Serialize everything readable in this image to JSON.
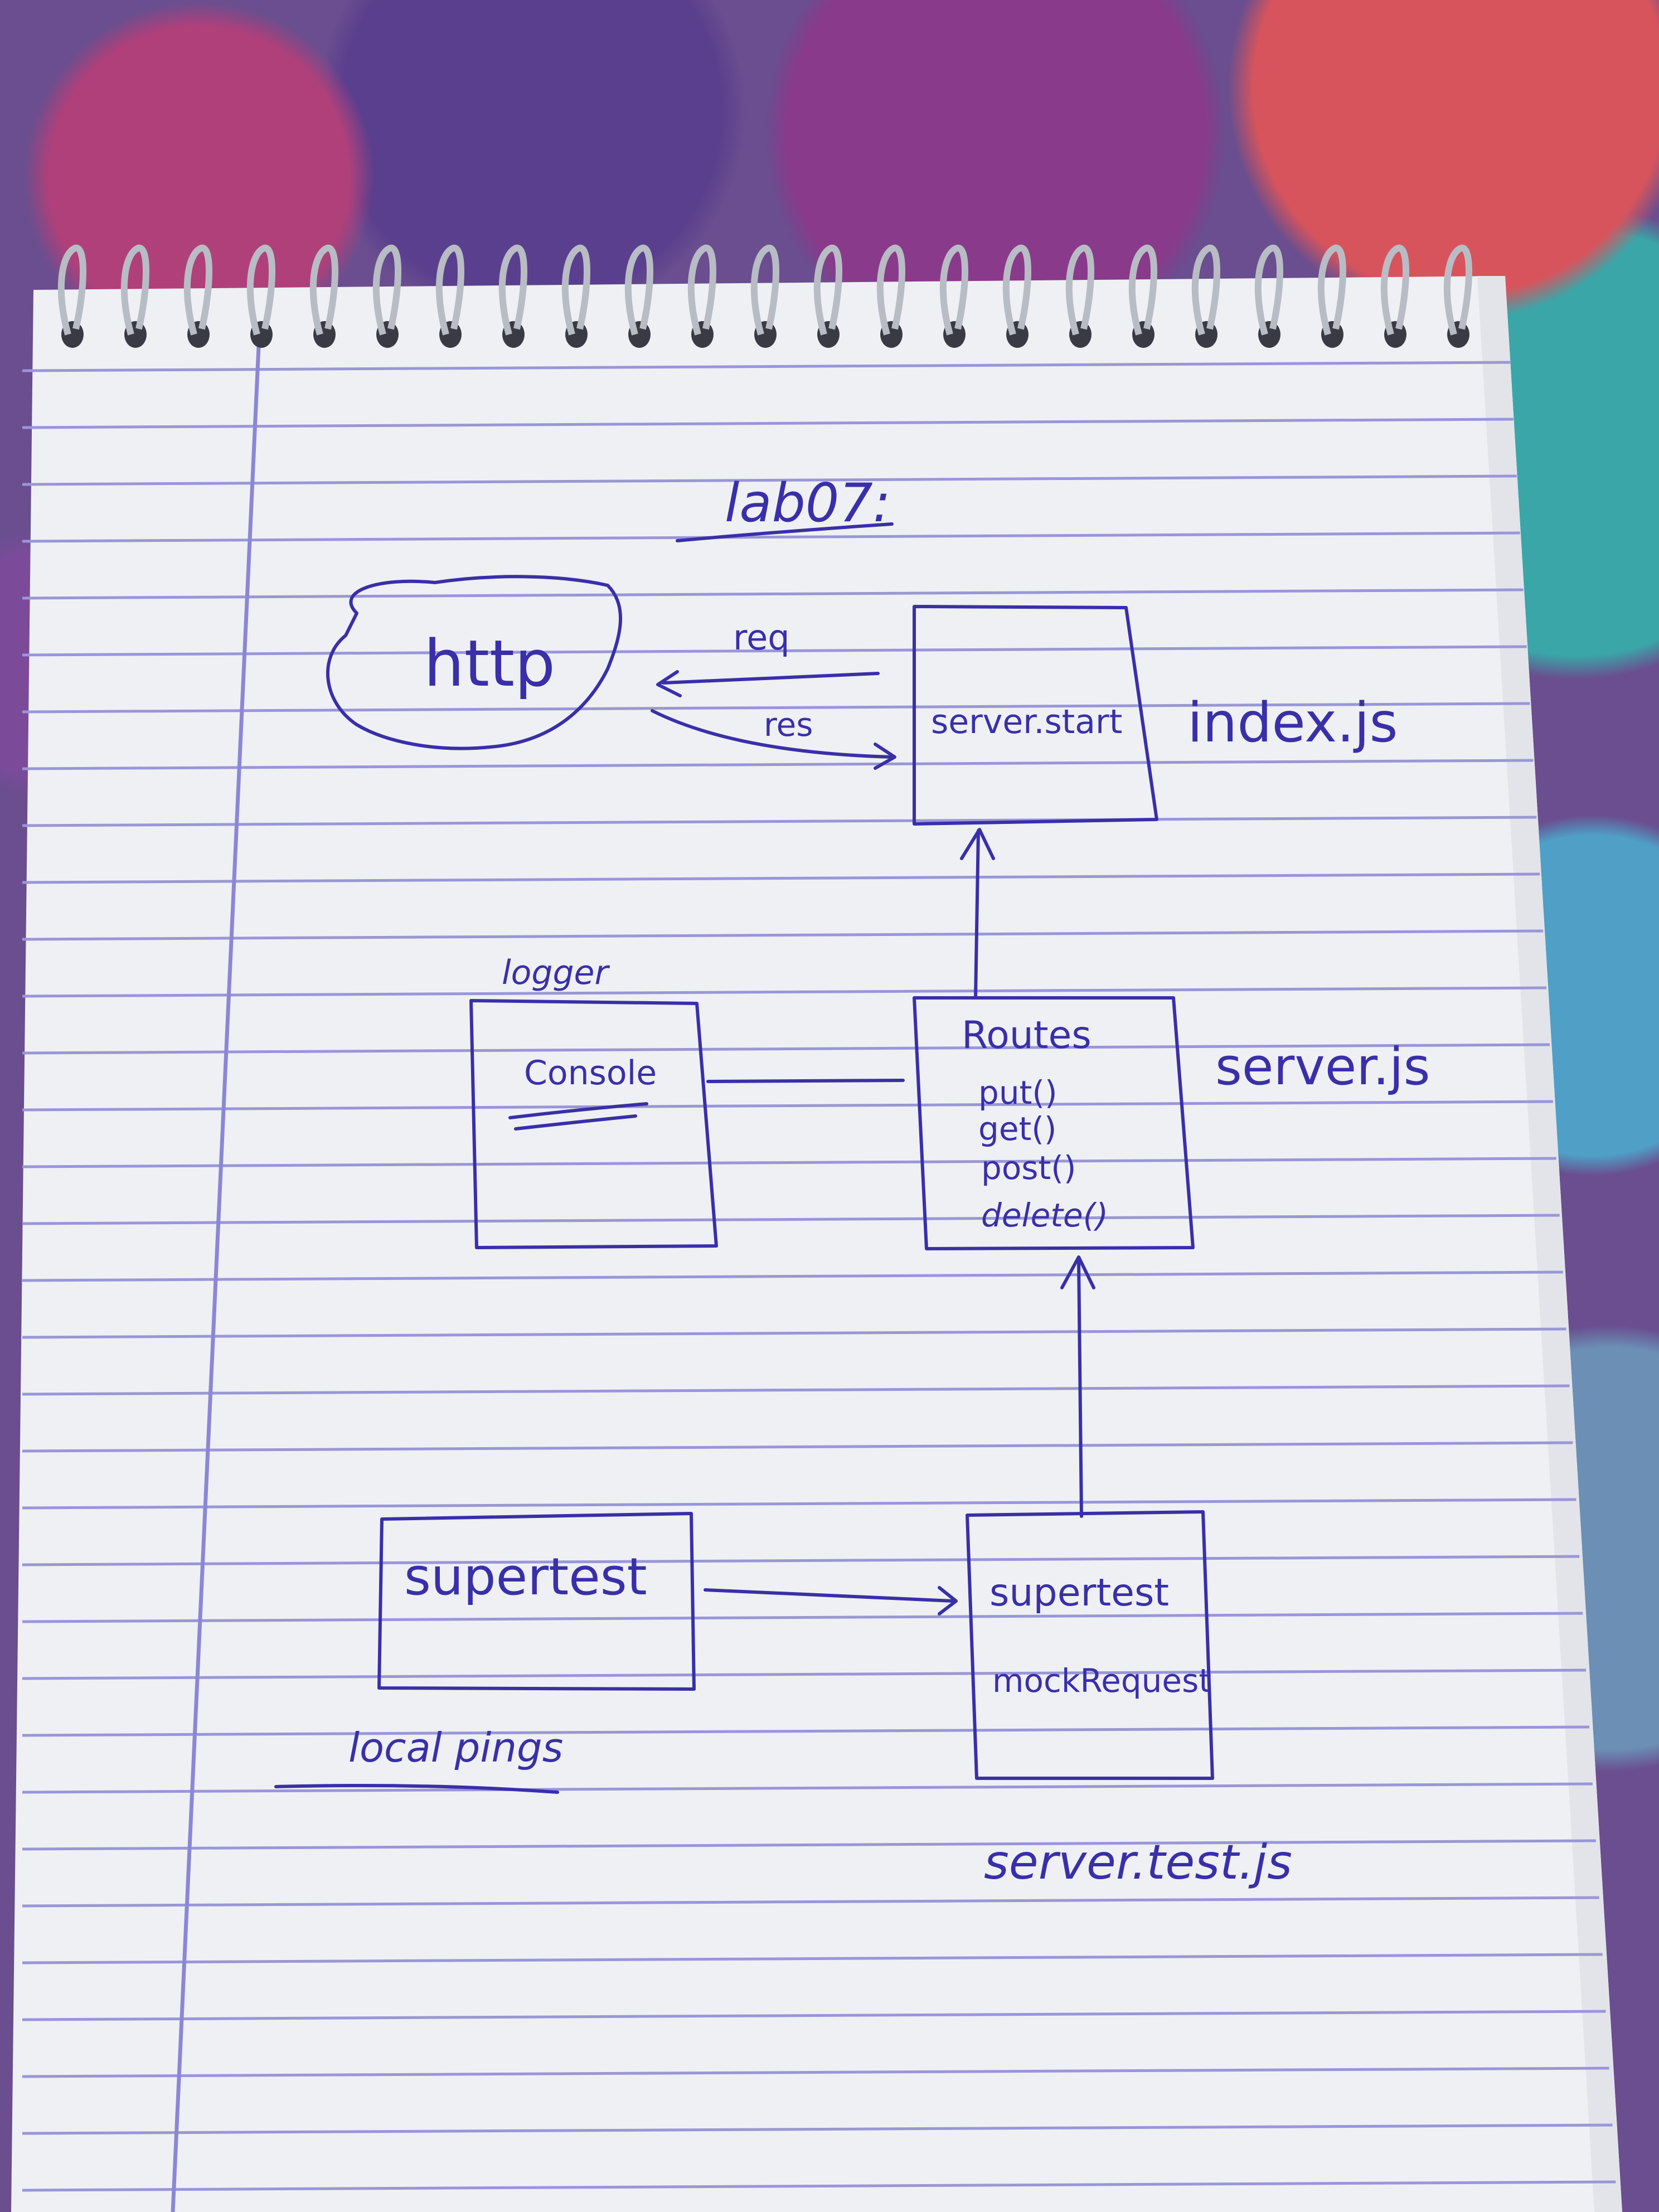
{
  "diagram": {
    "title": "lab07:",
    "colors": {
      "ink": "#3a2fa8",
      "paper": "#eef0f4",
      "rule_lines": "#9a96d8",
      "margin_line": "#8c86d6"
    },
    "nodes": {
      "http": {
        "label": "http"
      },
      "server_start": {
        "label": "server.start",
        "file": "index.js"
      },
      "logger": {
        "caption": "logger",
        "label": "Console"
      },
      "routes": {
        "label": "Routes",
        "methods": [
          "put()",
          "get()",
          "post()",
          "delete()"
        ],
        "file": "server.js"
      },
      "supertest": {
        "label": "supertest",
        "caption": "local pings"
      },
      "server_test": {
        "label": "supertest",
        "label2": "mockRequest",
        "file": "server.test.js"
      }
    },
    "edges": {
      "req": "req",
      "res": "res"
    }
  }
}
